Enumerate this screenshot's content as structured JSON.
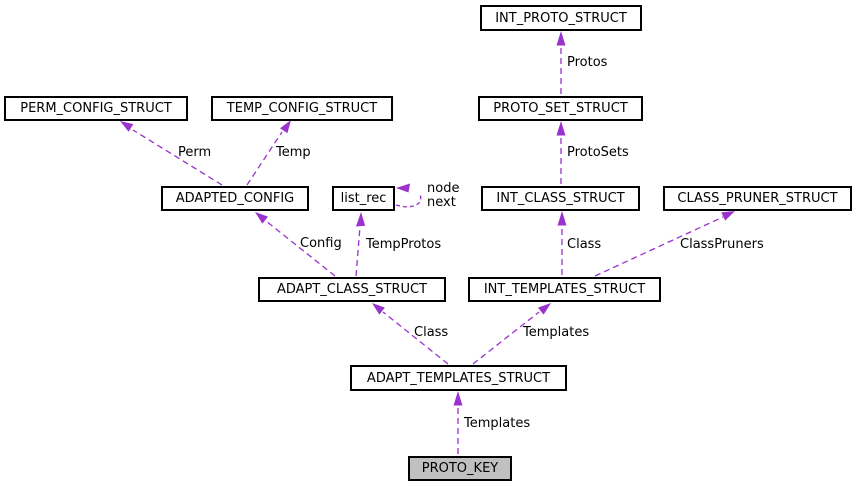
{
  "diagram": {
    "nodes": {
      "int_proto_struct": "INT_PROTO_STRUCT",
      "perm_config_struct": "PERM_CONFIG_STRUCT",
      "temp_config_struct": "TEMP_CONFIG_STRUCT",
      "proto_set_struct": "PROTO_SET_STRUCT",
      "adapted_config": "ADAPTED_CONFIG",
      "list_rec": "list_rec",
      "int_class_struct": "INT_CLASS_STRUCT",
      "class_pruner_struct": "CLASS_PRUNER_STRUCT",
      "adapt_class_struct": "ADAPT_CLASS_STRUCT",
      "int_templates_struct": "INT_TEMPLATES_STRUCT",
      "adapt_templates_struct": "ADAPT_TEMPLATES_STRUCT",
      "proto_key": "PROTO_KEY"
    },
    "edge_labels": {
      "protos": "Protos",
      "protosets": "ProtoSets",
      "int_class": "Class",
      "class_pruners": "ClassPruners",
      "int_templates": "Templates",
      "adapt_class": "Class",
      "adapt_templates": "Templates",
      "config": "Config",
      "temp_protos": "TempProtos",
      "perm": "Perm",
      "temp": "Temp",
      "node": "node",
      "next": "next"
    },
    "colors": {
      "edge": "#9a32cd",
      "node_border": "#000000",
      "node_fill": "#ffffff",
      "focus_fill": "#c0c0c0",
      "background": "#ffffff"
    }
  }
}
